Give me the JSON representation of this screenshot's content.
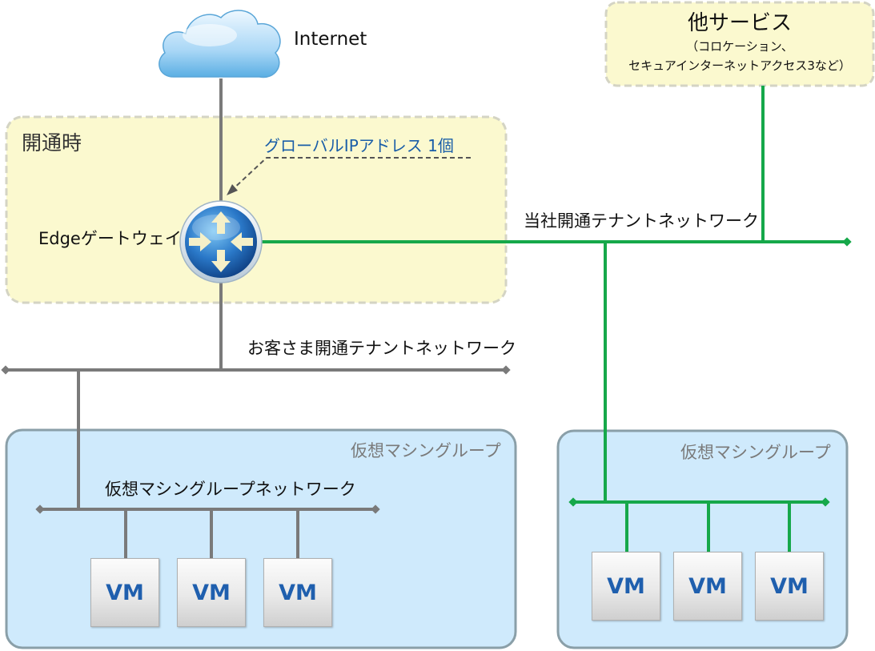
{
  "colors": {
    "gray_line": "#7a7a7a",
    "green_line": "#16a84a",
    "yellow_fill": "#fbf9cf",
    "yellow_border": "#d4d4c4",
    "blue_fill": "#cfeafc",
    "blue_border": "#8a9fa8",
    "label_blue": "#1a5ea8",
    "vm_text": "#1f5fae"
  },
  "internet": {
    "label": "Internet",
    "icon": "cloud-icon"
  },
  "other_services": {
    "title": "他サービス",
    "line1": "（コロケーション、",
    "line2": "セキュアインターネットアクセス3など）"
  },
  "opening_zone": {
    "title": "開通時",
    "global_ip_label": "グローバルIPアドレス 1個"
  },
  "edge_gateway": {
    "label": "Edgeゲートウェイ",
    "icon": "router-icon"
  },
  "networks": {
    "company": "当社開通テナントネットワーク",
    "customer": "お客さま開通テナントネットワーク",
    "vm_group_network": "仮想マシングループネットワーク"
  },
  "vm_group_left": {
    "title": "仮想マシングループ",
    "vms": [
      "VM",
      "VM",
      "VM"
    ]
  },
  "vm_group_right": {
    "title": "仮想マシングループ",
    "vms": [
      "VM",
      "VM",
      "VM"
    ]
  }
}
